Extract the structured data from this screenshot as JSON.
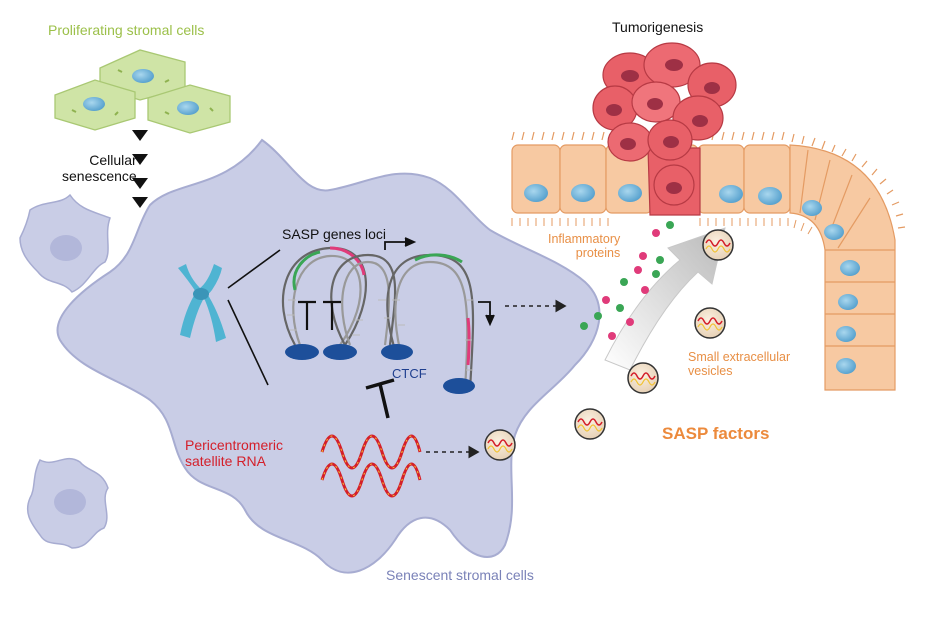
{
  "labels": {
    "proliferating": "Proliferating stromal cells",
    "cellular_senescence": "Cellular\nsenescence",
    "sasp_genes_loci": "SASP genes loci",
    "ctcf": "CTCF",
    "pericentromeric": "Pericentromeric\nsatellite RNA",
    "tumorigenesis": "Tumorigenesis",
    "inflammatory_proteins": "Inflammatory\nproteins",
    "small_ev": "Small extracellular\nvesicles",
    "sasp_factors": "SASP factors",
    "senescent_cells": "Senescent stromal cells"
  },
  "colors": {
    "senescent_cell_fill": "#c9cde6",
    "proliferating_cell_fill": "#cfe4a6",
    "epithelium_fill": "#f7c9a2",
    "tumor_fill": "#e86068",
    "ctcf_blue": "#1d4f9a",
    "rna_red": "#d41f2a",
    "green_marker": "#3aa655",
    "pink_marker": "#e03b7a",
    "sasp_orange": "#ec8a3c"
  }
}
